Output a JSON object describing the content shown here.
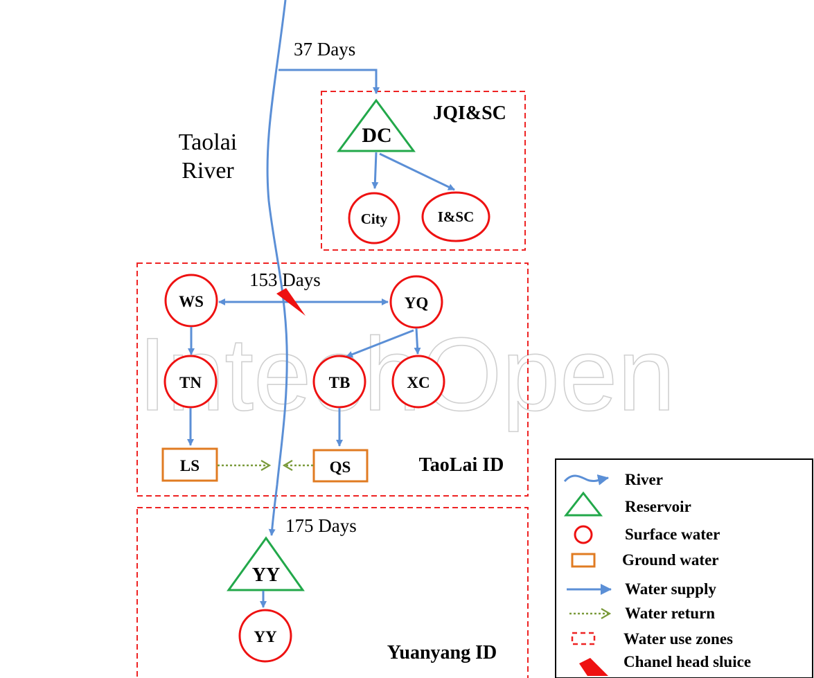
{
  "river": {
    "name_line1": "Taolai",
    "name_line2": "River"
  },
  "intakes": {
    "jqi": "37 Days",
    "taolai": "153 Days",
    "yuanyang": "175 Days"
  },
  "zones": {
    "jqi": "JQI&SC",
    "taolai": "TaoLai ID",
    "yuanyang": "Yuanyang ID"
  },
  "nodes": {
    "dc": "DC",
    "city": "City",
    "isc": "I&SC",
    "ws": "WS",
    "yq": "YQ",
    "tn": "TN",
    "tb": "TB",
    "xc": "XC",
    "ls": "LS",
    "qs": "QS",
    "yy_reservoir": "YY",
    "yy_surface": "YY"
  },
  "legend": {
    "river": "River",
    "reservoir": "Reservoir",
    "surface_water": "Surface water",
    "ground_water": "Ground water",
    "water_supply": "Water supply",
    "water_return": "Water return",
    "water_use_zones": "Water use zones",
    "sluice": "Chanel head sluice"
  },
  "watermark": "IntechOpen",
  "colors": {
    "river": "#5b8fd6",
    "reservoir": "#22a84a",
    "surface": "#ee1111",
    "ground": "#e07b22",
    "return": "#7a9a3a",
    "zone": "#ee2222",
    "sluice": "#ee1111"
  }
}
